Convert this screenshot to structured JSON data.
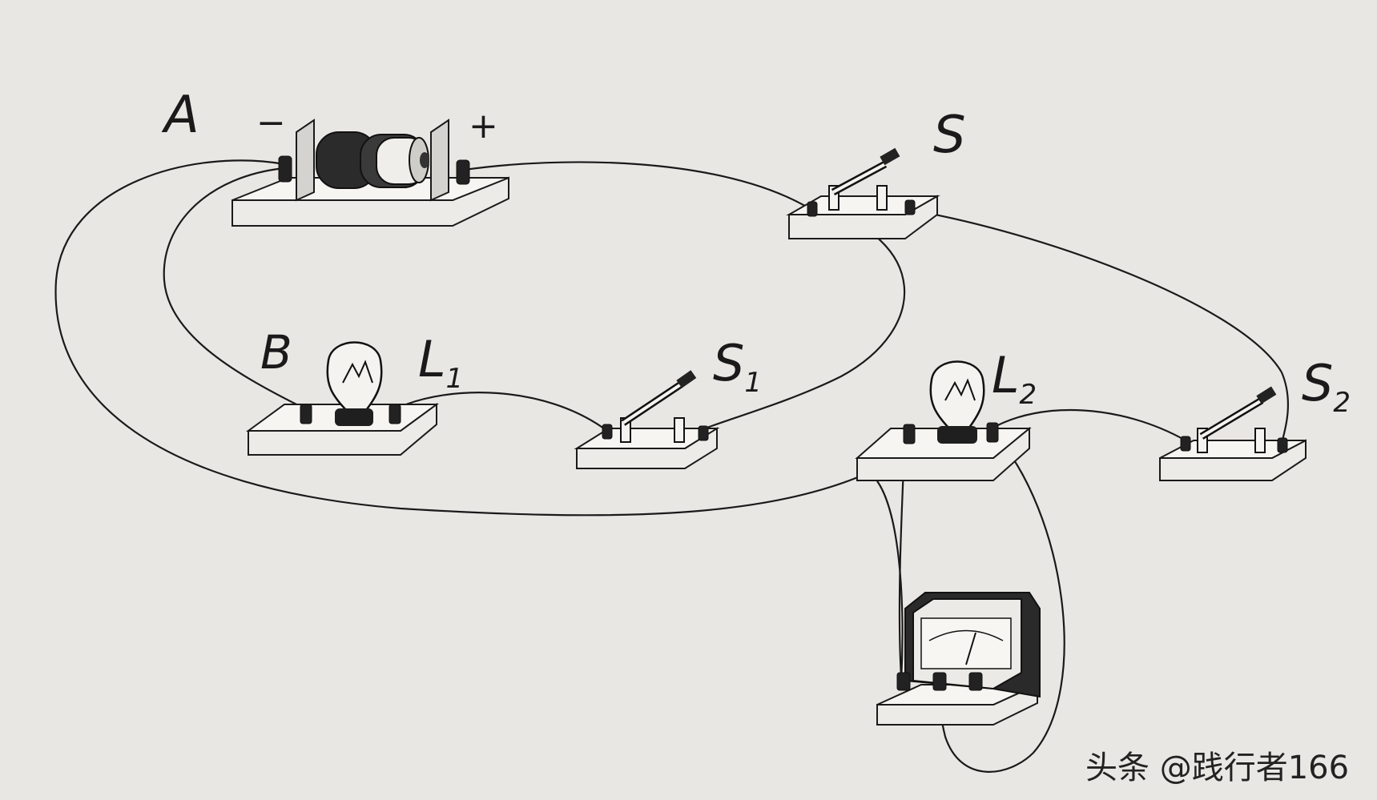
{
  "labels": {
    "A": "A",
    "minus": "−",
    "plus": "+",
    "S": "S",
    "B": "B",
    "L1_main": "L",
    "L1_sub": "1",
    "S1_main": "S",
    "S1_sub": "1",
    "L2_main": "L",
    "L2_sub": "2",
    "S2_main": "S",
    "S2_sub": "2"
  },
  "watermark": "头条 @践行者166",
  "colors": {
    "background": "#e9e7e4",
    "ink": "#1a1a1a"
  }
}
